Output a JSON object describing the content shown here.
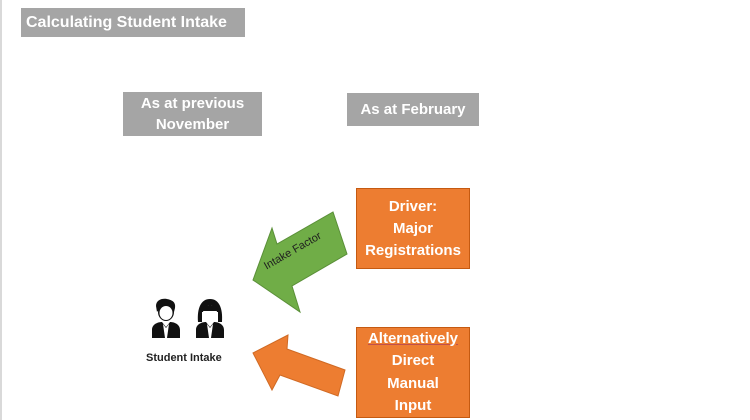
{
  "title": "Calculating Student Intake",
  "columns": {
    "previous": "As at previous November",
    "current": "As at February"
  },
  "driver_box": {
    "lines": [
      "Driver:",
      "Major",
      "Registrations"
    ]
  },
  "manual_box": {
    "lines": [
      "Alternatively",
      "Direct",
      "Manual",
      "Input"
    ]
  },
  "arrow_label": "Intake Factor",
  "student_label": "Student Intake",
  "icons": [
    "boy-student-icon",
    "girl-student-icon"
  ],
  "colors": {
    "grey": "#a5a5a5",
    "orange": "#ed7d31",
    "green": "#70ad47"
  }
}
